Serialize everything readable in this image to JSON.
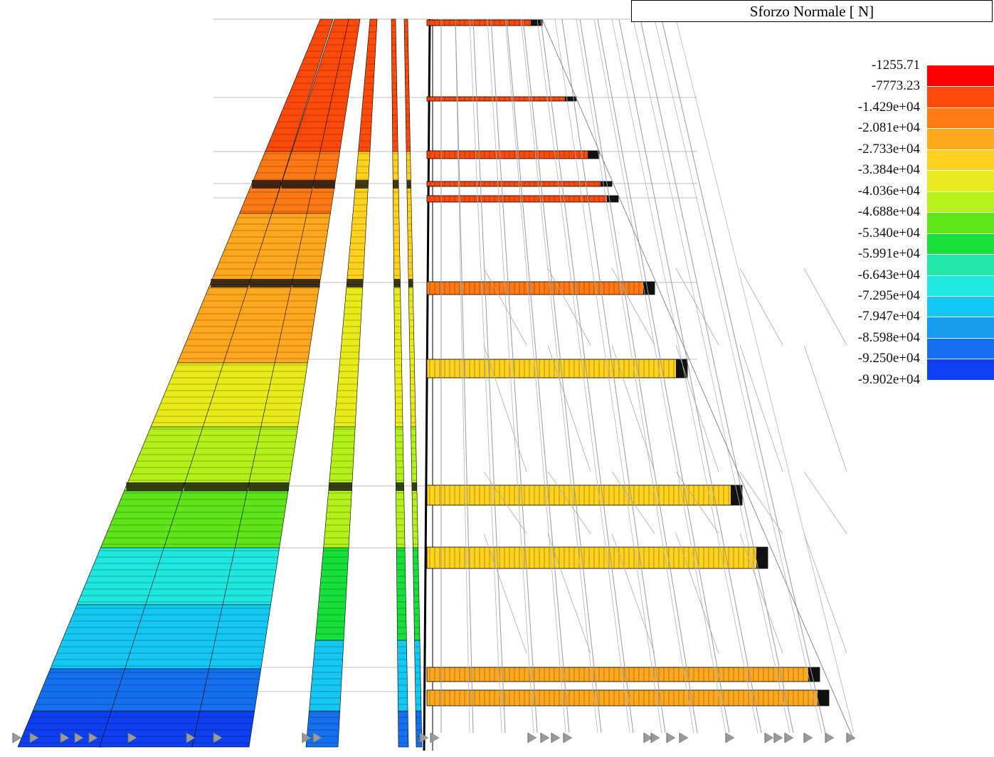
{
  "title": "Sforzo Normale [ N]",
  "legend": {
    "labels": [
      "-1255.71",
      "-7773.23",
      "-1.429e+04",
      "-2.081e+04",
      "-2.733e+04",
      "-3.384e+04",
      "-4.036e+04",
      "-4.688e+04",
      "-5.340e+04",
      "-5.991e+04",
      "-6.643e+04",
      "-7.295e+04",
      "-7.947e+04",
      "-8.598e+04",
      "-9.250e+04",
      "-9.902e+04"
    ],
    "colors": [
      "#ff0000",
      "#ff4a0a",
      "#ff7a14",
      "#ffa81e",
      "#ffd21e",
      "#e8ec1a",
      "#b4f01a",
      "#5ee61a",
      "#18e03a",
      "#22e6a8",
      "#1ee8e0",
      "#14c8f4",
      "#189cf0",
      "#1470ee",
      "#0e3ff0"
    ]
  },
  "colors": {
    "outline": "#000000",
    "grid_line": "#8a8a8a",
    "support_icon": "#9a9a9a"
  }
}
